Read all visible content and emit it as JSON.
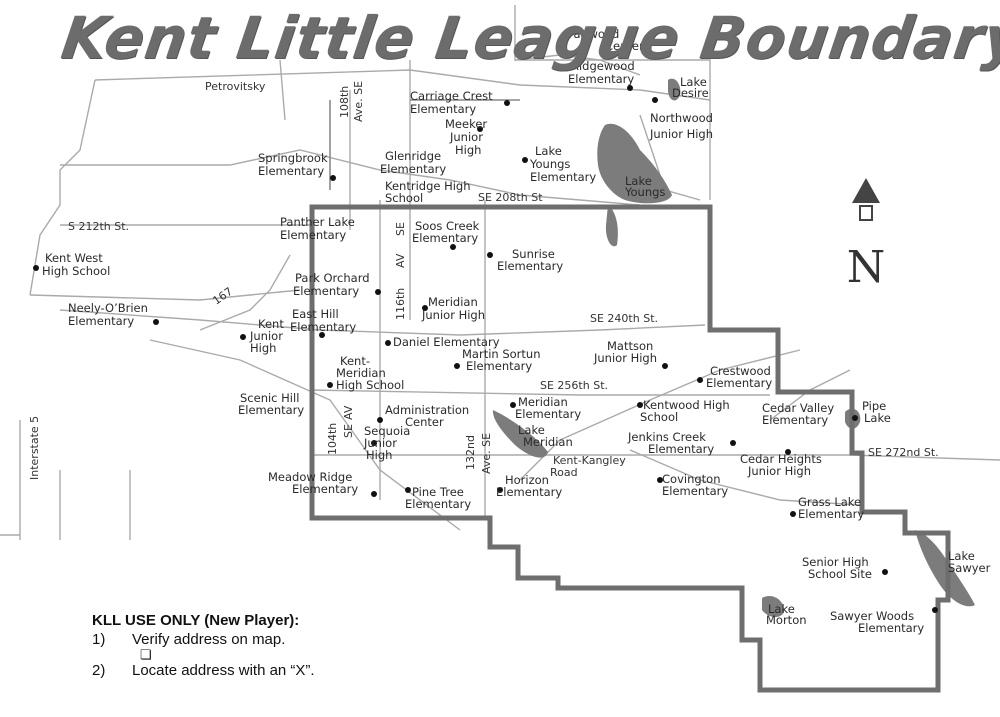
{
  "title": "Kent Little League Boundary",
  "north_label": "N",
  "kll_note": {
    "heading": "KLL USE ONLY (New Player):",
    "steps": [
      {
        "num": "1)",
        "text": "Verify address on map."
      },
      {
        "num": "2)",
        "text": "Locate address with an “X”."
      }
    ],
    "checkbox": "❏"
  },
  "roads": {
    "petrovitsky": "Petrovitsky",
    "s212": "S 212th St.",
    "se208": "SE 208th St",
    "se240": "SE 240th St.",
    "se256": "SE 256th St.",
    "se272": "SE 272nd St.",
    "r167": "167",
    "i5": "Interstate 5",
    "ave108a": "108th",
    "ave108b": "Ave. SE",
    "ave116a": "116th",
    "ave116b": "AV",
    "ave116c": "SE",
    "ave104a": "104th",
    "ave104b": "AV",
    "ave104c": "SE",
    "ave132a": "132nd",
    "ave132b": "Ave. SE",
    "kentkangley1": "Kent-Kangley",
    "kentkangley2": "Road"
  },
  "places": {
    "fairwood_a": "Fairwood",
    "fairwood_b": "Center",
    "ridgewood_a": "Ridgewood",
    "ridgewood_b": "Elementary",
    "lake_desire_a": "Lake",
    "lake_desire_b": "Desire",
    "northwood_a": "Northwood",
    "northwood_b": "Junior High",
    "carriage_a": "Carriage Crest",
    "carriage_b": "Elementary",
    "meeker_a": "Meeker",
    "meeker_b": "Junior",
    "meeker_c": "High",
    "glenridge_a": "Glenridge",
    "glenridge_b": "Elementary",
    "lyelem_a": "Lake",
    "lyelem_b": "Youngs",
    "lyelem_c": "Elementary",
    "lakeyoungs_a": "Lake",
    "lakeyoungs_b": "Youngs",
    "springbrook_a": "Springbrook",
    "springbrook_b": "Elementary",
    "kentridge_a": "Kentridge High",
    "kentridge_b": "School",
    "pantherlake_a": "Panther Lake",
    "pantherlake_b": "Elementary",
    "sooscreek_a": "Soos Creek",
    "sooscreek_b": "Elementary",
    "sunrise_a": "Sunrise",
    "sunrise_b": "Elementary",
    "kentwest_a": "Kent West",
    "kentwest_b": "High School",
    "parkorchard_a": "Park Orchard",
    "parkorchard_b": "Elementary",
    "meridianjh_a": "Meridian",
    "meridianjh_b": "Junior High",
    "neely_a": "Neely-O’Brien",
    "neely_b": "Elementary",
    "easthill_a": "East Hill",
    "easthill_b": "Elementary",
    "kentjh_a": "Kent",
    "kentjh_b": "Junior",
    "kentjh_c": "High",
    "daniel": "Daniel Elementary",
    "mattson_a": "Mattson",
    "mattson_b": "Junior High",
    "martin_a": "Martin Sortun",
    "martin_b": "Elementary",
    "kentmeridian_a": "Kent-",
    "kentmeridian_b": "Meridian",
    "kentmeridian_c": "High School",
    "crestwood_a": "Crestwood",
    "crestwood_b": "Elementary",
    "scenichill_a": "Scenic Hill",
    "scenichill_b": "Elementary",
    "admin_a": "Administration",
    "admin_b": "Center",
    "meridianelem_a": "Meridian",
    "meridianelem_b": "Elementary",
    "kentwood_a": "Kentwood High",
    "kentwood_b": "School",
    "cedarvalley_a": "Cedar Valley",
    "cedarvalley_b": "Elementary",
    "pipelake_a": "Pipe",
    "pipelake_b": "Lake",
    "sequoia_a": "Sequoia",
    "sequoia_b": "Junior",
    "sequoia_c": "High",
    "lakemeridian_a": "Lake",
    "lakemeridian_b": "Meridian",
    "jenkins_a": "Jenkins Creek",
    "jenkins_b": "Elementary",
    "cedarheights_a": "Cedar Heights",
    "cedarheights_b": "Junior High",
    "meadowridge_a": "Meadow Ridge",
    "meadowridge_b": "Elementary",
    "pinetree_a": "Pine Tree",
    "pinetree_b": "Elementary",
    "horizon_a": "Horizon",
    "horizon_b": "Elementary",
    "covington_a": "Covington",
    "covington_b": "Elementary",
    "grasslake_a": "Grass Lake",
    "grasslake_b": "Elementary",
    "seniorhigh_a": "Senior High",
    "seniorhigh_b": "School Site",
    "lakesawyer_a": "Lake",
    "lakesawyer_b": "Sawyer",
    "lakemorton_a": "Lake",
    "lakemorton_b": "Morton",
    "sawyerwoods_a": "Sawyer Woods",
    "sawyerwoods_b": "Elementary"
  },
  "colors": {
    "boundary": "#6e6e6e",
    "lake": "#7c7c7c",
    "title": "#6c6c6c"
  }
}
